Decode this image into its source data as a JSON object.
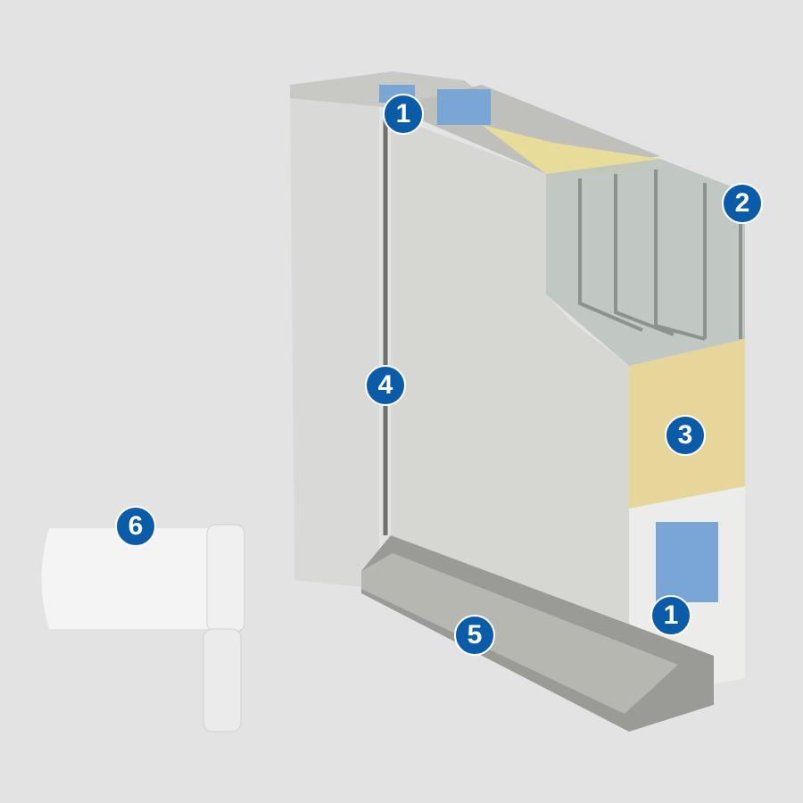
{
  "badge_color": "#0b5ca8",
  "callouts": [
    {
      "number": "1",
      "part": "profile-top"
    },
    {
      "number": "2",
      "part": "glazing"
    },
    {
      "number": "3",
      "part": "insulation"
    },
    {
      "number": "4",
      "part": "frame-seal"
    },
    {
      "number": "5",
      "part": "threshold"
    },
    {
      "number": "6",
      "part": "hinge"
    },
    {
      "number": "1",
      "part": "profile-bottom"
    }
  ]
}
